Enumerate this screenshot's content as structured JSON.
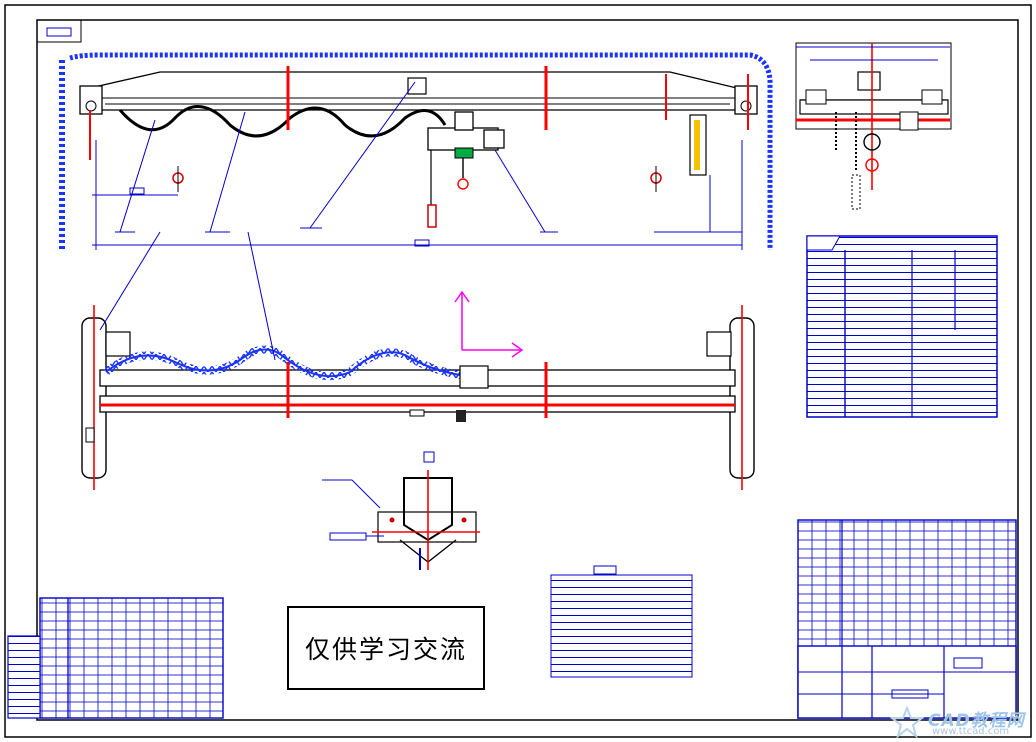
{
  "drawing": {
    "note": "仅供学习交流",
    "watermark": {
      "brand": "CAD教程网",
      "site": "www.ttcad.com"
    }
  },
  "colors": {
    "outline": "#000000",
    "dimension": "#0000cc",
    "centerline": "#ff0000",
    "hatch": "#1a33ff",
    "axis": "#ff00ff",
    "watermark": "#9ec4ea"
  },
  "icons": [
    "crane-front-elevation",
    "crane-top-plan",
    "crane-side-view",
    "girder-section",
    "ucs-axis-icon",
    "watermark-star-icon"
  ]
}
